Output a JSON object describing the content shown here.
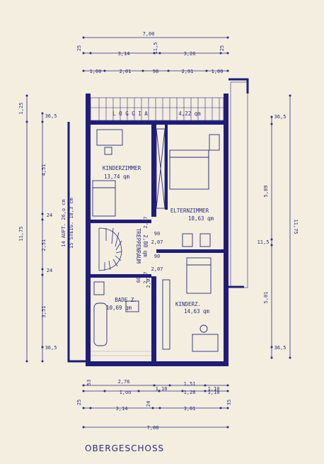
{
  "plan": {
    "title": "OBERGESCHOSS",
    "colors": {
      "ink": "#2d2a7a",
      "wall": "#1f1c7a",
      "paper": "#f3eee0"
    }
  },
  "rooms": {
    "loggia": {
      "name": "L O G G I A",
      "area": "4,22 qm"
    },
    "kinderzimmer1": {
      "name": "KINDERZIMMER",
      "area": "13,74 qm"
    },
    "elternzimmer": {
      "name": "ELTERNZIMMER",
      "area": "18,63 qm"
    },
    "treppenraum": {
      "name": "TREPPENRAUM",
      "area": "2,80 qm"
    },
    "badez": {
      "name": "BADE Z.",
      "area": "10,69 qm"
    },
    "kinderz2": {
      "name": "KINDERZ.",
      "area": "14,63 qm"
    }
  },
  "stair": {
    "auft": "14 AUFT. 26,o cm",
    "steig": "15 STEIG. 18,3 cm"
  },
  "dims_top": {
    "total": "7,00",
    "r1": [
      "25",
      "3,14",
      "11,5",
      "3,26",
      "25"
    ],
    "r2": [
      "1,00",
      "2,01",
      "98",
      "2,01",
      "1,00"
    ]
  },
  "dims_bottom": {
    "total": "7,00",
    "r1": [
      "2,76",
      "53",
      "1,51",
      "1,10"
    ],
    "r2": [
      "1,oo",
      "1,10",
      "1,26",
      "1,10"
    ],
    "r3": [
      "25",
      "3,14",
      "24",
      "3,01",
      "35"
    ]
  },
  "dims_left": {
    "total": "11,75",
    "parts": [
      "1,25",
      "36,5",
      "4,51",
      "24",
      "2,51",
      "24",
      "3,51",
      "36,5"
    ]
  },
  "dims_right": {
    "total": "11,75",
    "parts": [
      "36,5",
      "5,89",
      "11,5",
      "5,01",
      "36,5"
    ]
  },
  "openings": [
    "2,07",
    "90",
    "2,07",
    "90",
    "2,07",
    "2,07",
    "60",
    "2,07"
  ]
}
